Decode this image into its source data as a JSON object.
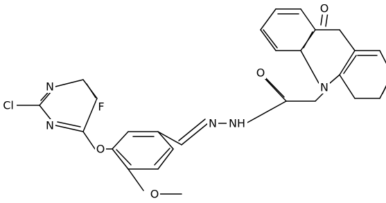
{
  "atoms": {
    "oxo": "O",
    "ring_n": "N",
    "amide_o": "O",
    "nh": "NH",
    "hydrazone_n": "N",
    "cl": "Cl",
    "pyr_n1": "N",
    "pyr_n2": "N",
    "f": "F",
    "ether_o": "O",
    "methoxy_o": "O"
  }
}
